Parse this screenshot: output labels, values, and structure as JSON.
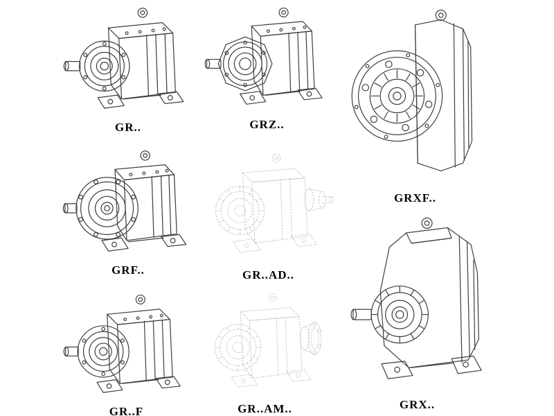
{
  "page": {
    "background": "#ffffff"
  },
  "colors": {
    "line": "#3f3f3f",
    "faded_line": "#c3c3c3",
    "label_text": "#000000"
  },
  "models": {
    "gr": {
      "label": "GR..",
      "style": "solid"
    },
    "grz": {
      "label": "GRZ..",
      "style": "solid"
    },
    "grxf": {
      "label": "GRXF..",
      "style": "solid"
    },
    "grf": {
      "label": "GRF..",
      "style": "solid"
    },
    "grad": {
      "label": "GR..AD..",
      "style": "faded"
    },
    "grff": {
      "label": "GR..F",
      "style": "solid"
    },
    "gram": {
      "label": "GR..AM..",
      "style": "faded"
    },
    "grx": {
      "label": "GRX..",
      "style": "solid"
    }
  }
}
